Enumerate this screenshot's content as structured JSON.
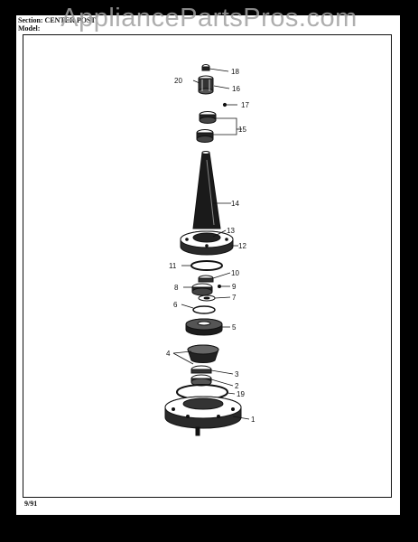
{
  "header": {
    "section_line": "Section:   CENTER POST",
    "model_line": "Model:"
  },
  "footer": {
    "date": "9/91"
  },
  "watermark": "AppliancePartsPros.com",
  "callouts": [
    {
      "id": "18",
      "label": "18"
    },
    {
      "id": "20",
      "label": "20"
    },
    {
      "id": "16",
      "label": "16"
    },
    {
      "id": "17",
      "label": "17"
    },
    {
      "id": "15",
      "label": "15"
    },
    {
      "id": "14",
      "label": "14"
    },
    {
      "id": "13",
      "label": "13"
    },
    {
      "id": "12",
      "label": "12"
    },
    {
      "id": "11",
      "label": "11"
    },
    {
      "id": "10",
      "label": "10"
    },
    {
      "id": "9",
      "label": "9"
    },
    {
      "id": "8",
      "label": "8"
    },
    {
      "id": "7",
      "label": "7"
    },
    {
      "id": "6",
      "label": "6"
    },
    {
      "id": "5",
      "label": "5"
    },
    {
      "id": "4",
      "label": "4"
    },
    {
      "id": "3",
      "label": "3"
    },
    {
      "id": "2",
      "label": "2"
    },
    {
      "id": "19",
      "label": "19"
    },
    {
      "id": "1",
      "label": "1"
    }
  ],
  "colors": {
    "ink": "#111111",
    "paper": "#ffffff",
    "border": "#000000"
  }
}
